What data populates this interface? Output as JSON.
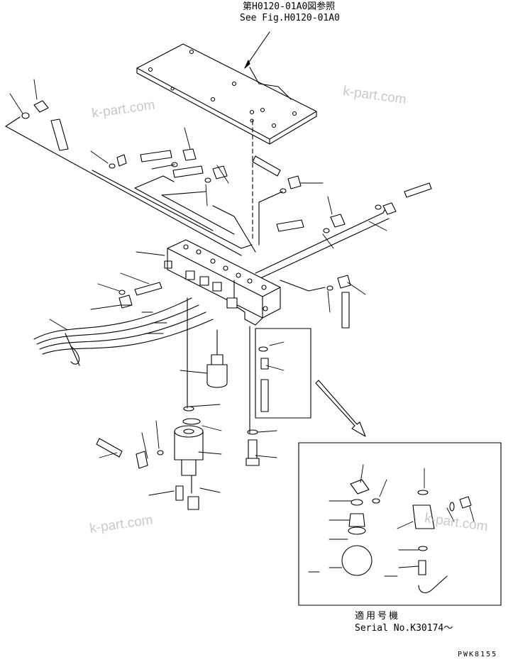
{
  "reference": {
    "line1": "第H0120-01A0図参照",
    "line2": "See Fig.H0120-01A0"
  },
  "serial_note": {
    "line1": "適用号機",
    "line2": "Serial No.K30174～"
  },
  "drawing_code": "PWK8155",
  "watermarks": [
    "k-part.com",
    "k-part.com",
    "k-part.com",
    "k-part.com"
  ]
}
